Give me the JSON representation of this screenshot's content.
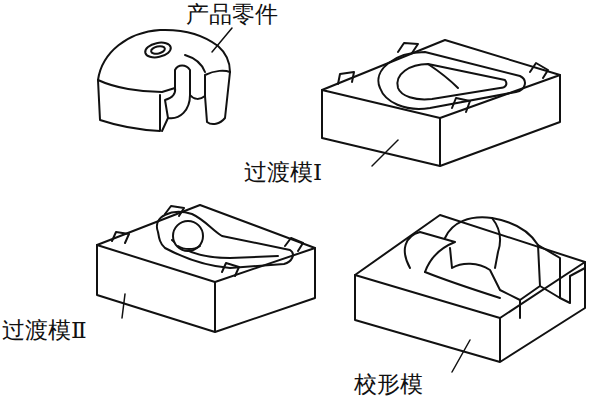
{
  "diagram": {
    "labels": [
      "产品零件",
      "过渡模Ⅰ",
      "过渡模Ⅱ",
      "校形模"
    ]
  }
}
